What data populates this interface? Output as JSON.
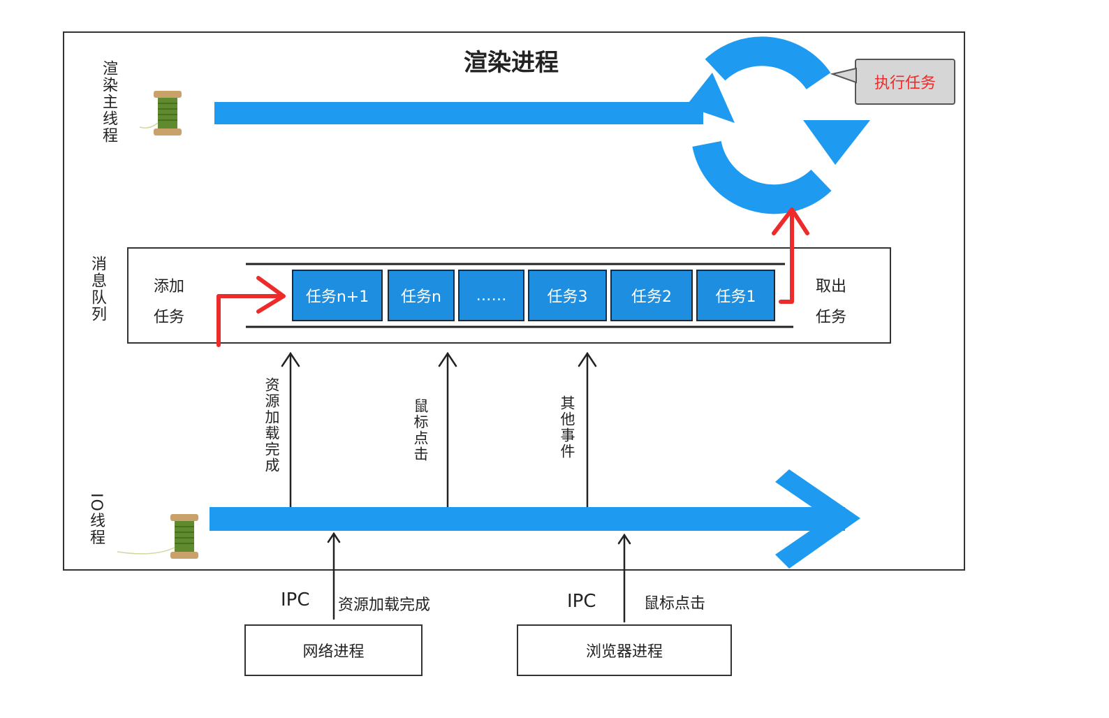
{
  "title": "渲染进程",
  "main_thread_label": "渲染主线程",
  "io_thread_label": "IO线程",
  "queue_label": "消息队列",
  "add_task_line1": "添加",
  "add_task_line2": "任务",
  "take_task_line1": "取出",
  "take_task_line2": "任务",
  "execute_bubble": "执行任务",
  "tasks": [
    "任务n+1",
    "任务n",
    "……",
    "任务3",
    "任务2",
    "任务1"
  ],
  "event_resource": "资源加载完成",
  "event_mouse": "鼠标点击",
  "event_other": "其他事件",
  "ipc1_label": "IPC",
  "ipc1_text": "资源加载完成",
  "ipc2_label": "IPC",
  "ipc2_text": "鼠标点击",
  "network_process": "网络进程",
  "browser_process": "浏览器进程",
  "colors": {
    "accent_blue": "#1e9bf0",
    "red": "#ee2b2b",
    "task_blue": "#1e8fe0"
  }
}
